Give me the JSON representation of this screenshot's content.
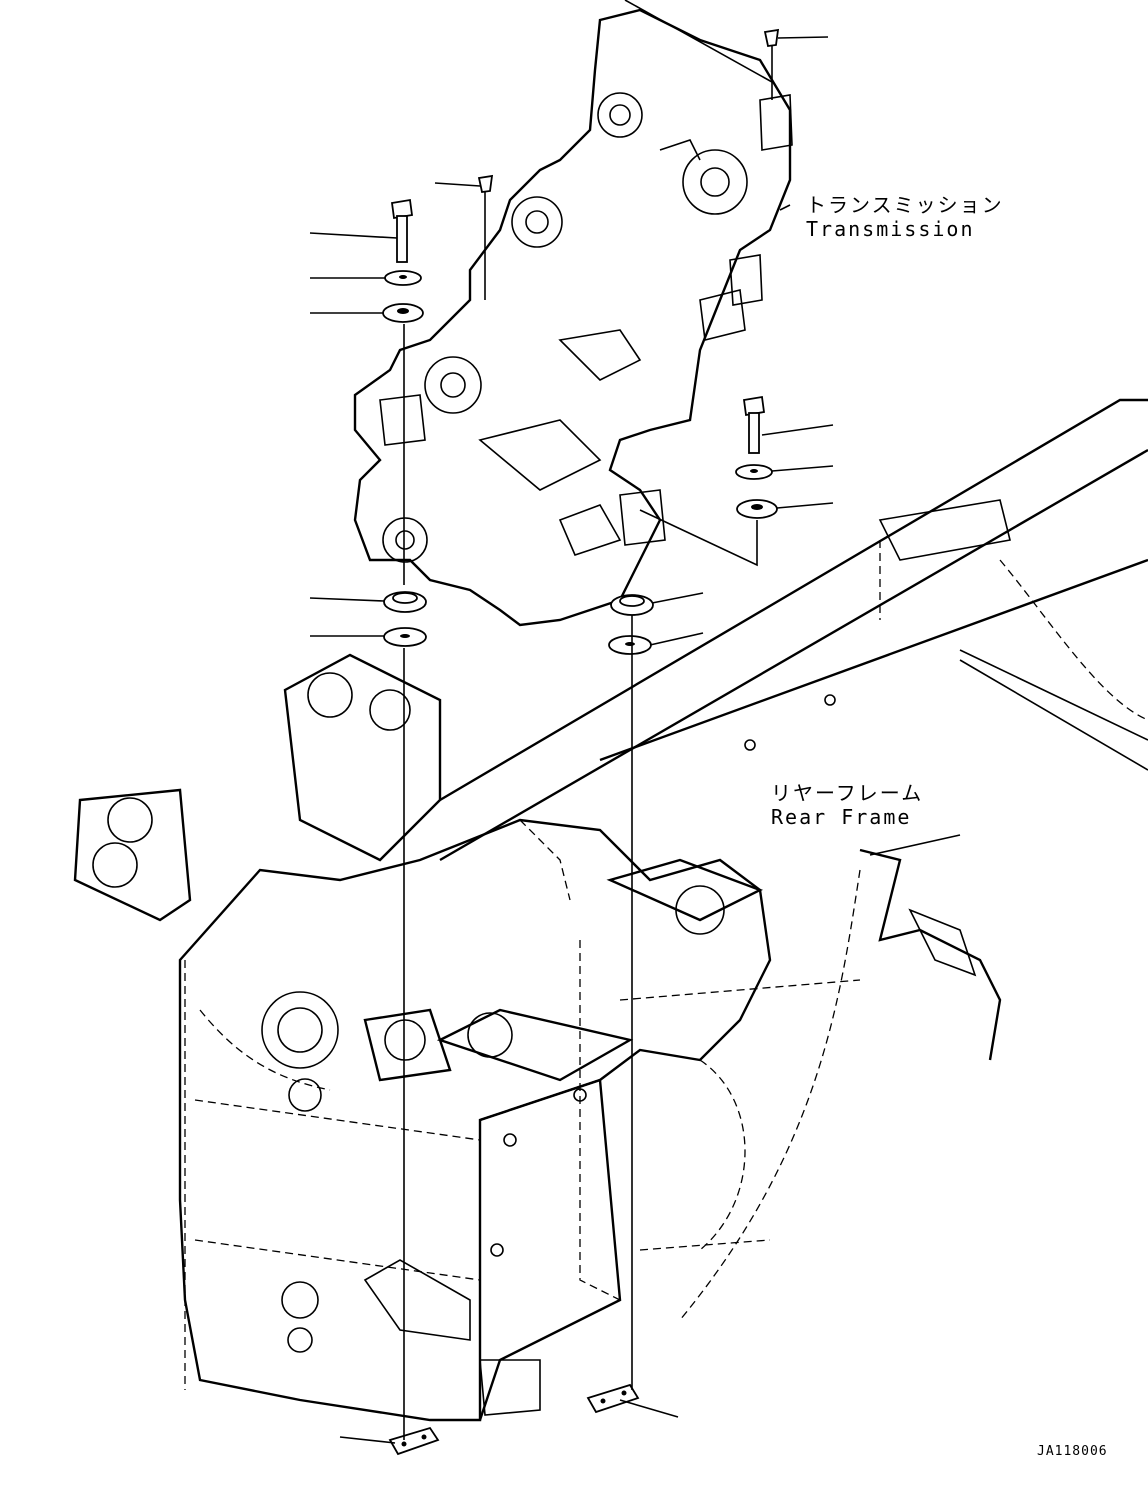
{
  "labels": {
    "transmission_jp": "トランスミッション",
    "transmission_en": "Transmission",
    "rear_frame_jp": "リヤーフレーム",
    "rear_frame_en": "Rear Frame",
    "drawing_code": "JA118006"
  }
}
